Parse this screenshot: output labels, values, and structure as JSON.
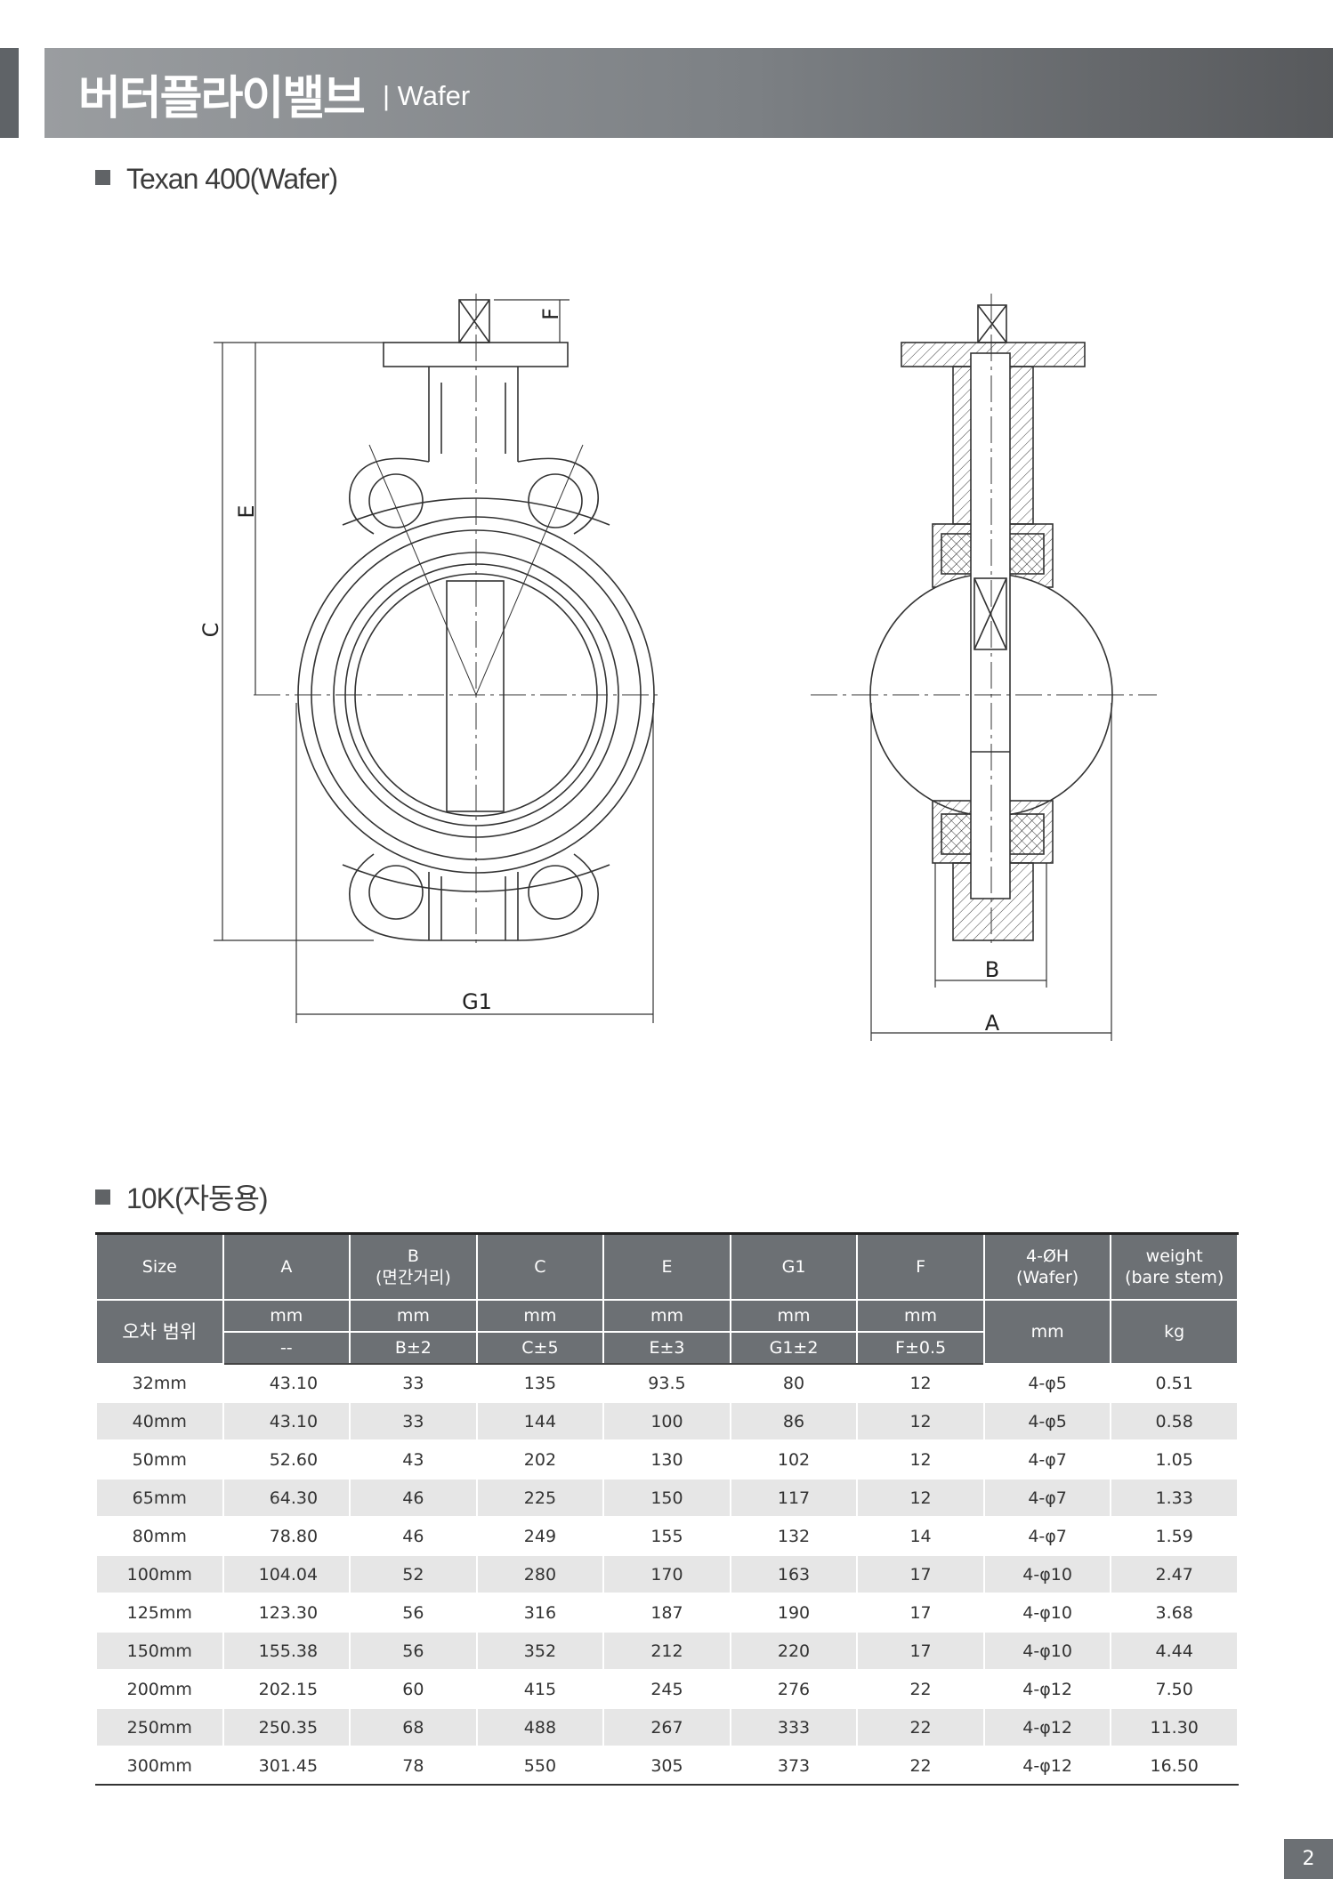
{
  "header": {
    "title": "버터플라이밸브",
    "subtitle": "| Wafer"
  },
  "product_title": "Texan 400(Wafer)",
  "drawing_labels": {
    "c": "C",
    "e": "E",
    "f": "F",
    "g1": "G1",
    "b": "B",
    "a": "A"
  },
  "table_title": "10K(자동용)",
  "table": {
    "headers": [
      "Size",
      "A",
      "B\n(면간거리)",
      "C",
      "E",
      "G1",
      "F",
      "4-ØH\n(Wafer)",
      "weight\n(bare stem)"
    ],
    "tolerance_label": "오차 범위",
    "units": [
      "mm",
      "mm",
      "mm",
      "mm",
      "mm",
      "mm",
      "mm",
      "kg"
    ],
    "tolerances": [
      "--",
      "B±2",
      "C±5",
      "E±3",
      "G1±2",
      "F±0.5"
    ],
    "rows": [
      [
        "32mm",
        "43.10",
        "33",
        "135",
        "93.5",
        "80",
        "12",
        "4-φ5",
        "0.51"
      ],
      [
        "40mm",
        "43.10",
        "33",
        "144",
        "100",
        "86",
        "12",
        "4-φ5",
        "0.58"
      ],
      [
        "50mm",
        "52.60",
        "43",
        "202",
        "130",
        "102",
        "12",
        "4-φ7",
        "1.05"
      ],
      [
        "65mm",
        "64.30",
        "46",
        "225",
        "150",
        "117",
        "12",
        "4-φ7",
        "1.33"
      ],
      [
        "80mm",
        "78.80",
        "46",
        "249",
        "155",
        "132",
        "14",
        "4-φ7",
        "1.59"
      ],
      [
        "100mm",
        "104.04",
        "52",
        "280",
        "170",
        "163",
        "17",
        "4-φ10",
        "2.47"
      ],
      [
        "125mm",
        "123.30",
        "56",
        "316",
        "187",
        "190",
        "17",
        "4-φ10",
        "3.68"
      ],
      [
        "150mm",
        "155.38",
        "56",
        "352",
        "212",
        "220",
        "17",
        "4-φ10",
        "4.44"
      ],
      [
        "200mm",
        "202.15",
        "60",
        "415",
        "245",
        "276",
        "22",
        "4-φ12",
        "7.50"
      ],
      [
        "250mm",
        "250.35",
        "68",
        "488",
        "267",
        "333",
        "22",
        "4-φ12",
        "11.30"
      ],
      [
        "300mm",
        "301.45",
        "78",
        "550",
        "305",
        "373",
        "22",
        "4-φ12",
        "16.50"
      ]
    ]
  },
  "page_number": "2"
}
